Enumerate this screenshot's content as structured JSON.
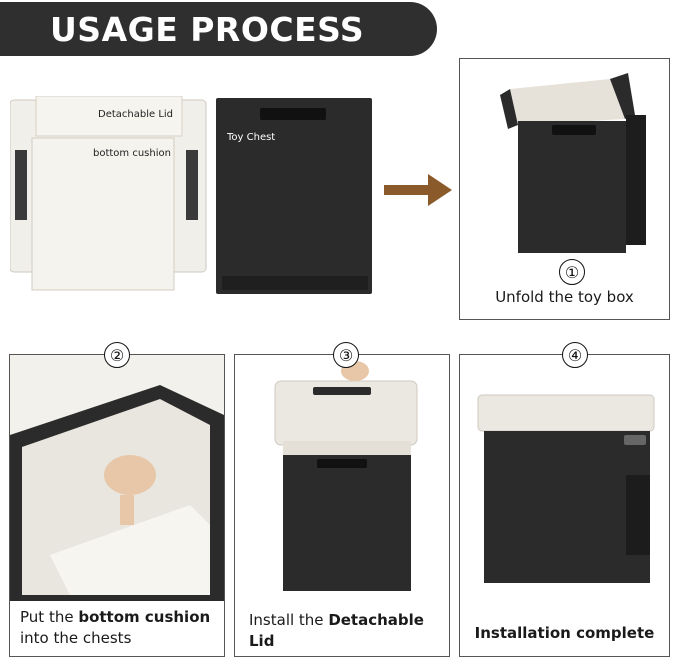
{
  "banner": {
    "title": "USAGE PROCESS"
  },
  "parts": {
    "lid_label": "Detachable Lid",
    "cushion_label": "bottom cushion",
    "chest_label": "Toy Chest"
  },
  "steps": [
    {
      "number": "①",
      "text": "Unfold the toy box"
    },
    {
      "number": "②",
      "pre": "Put the ",
      "bold": "bottom cushion",
      "post": " into the chests"
    },
    {
      "number": "③",
      "pre": "Install the ",
      "bold": "Detachable Lid",
      "post": ""
    },
    {
      "number": "④",
      "bold": "Installation complete"
    }
  ],
  "colors": {
    "banner": "#2f2f2f",
    "arrow": "#8b5a2b",
    "fabric_dark": "#2b2b2b",
    "fabric_light": "#ebe8e1"
  },
  "icons": {
    "arrow": "right-arrow-icon"
  }
}
